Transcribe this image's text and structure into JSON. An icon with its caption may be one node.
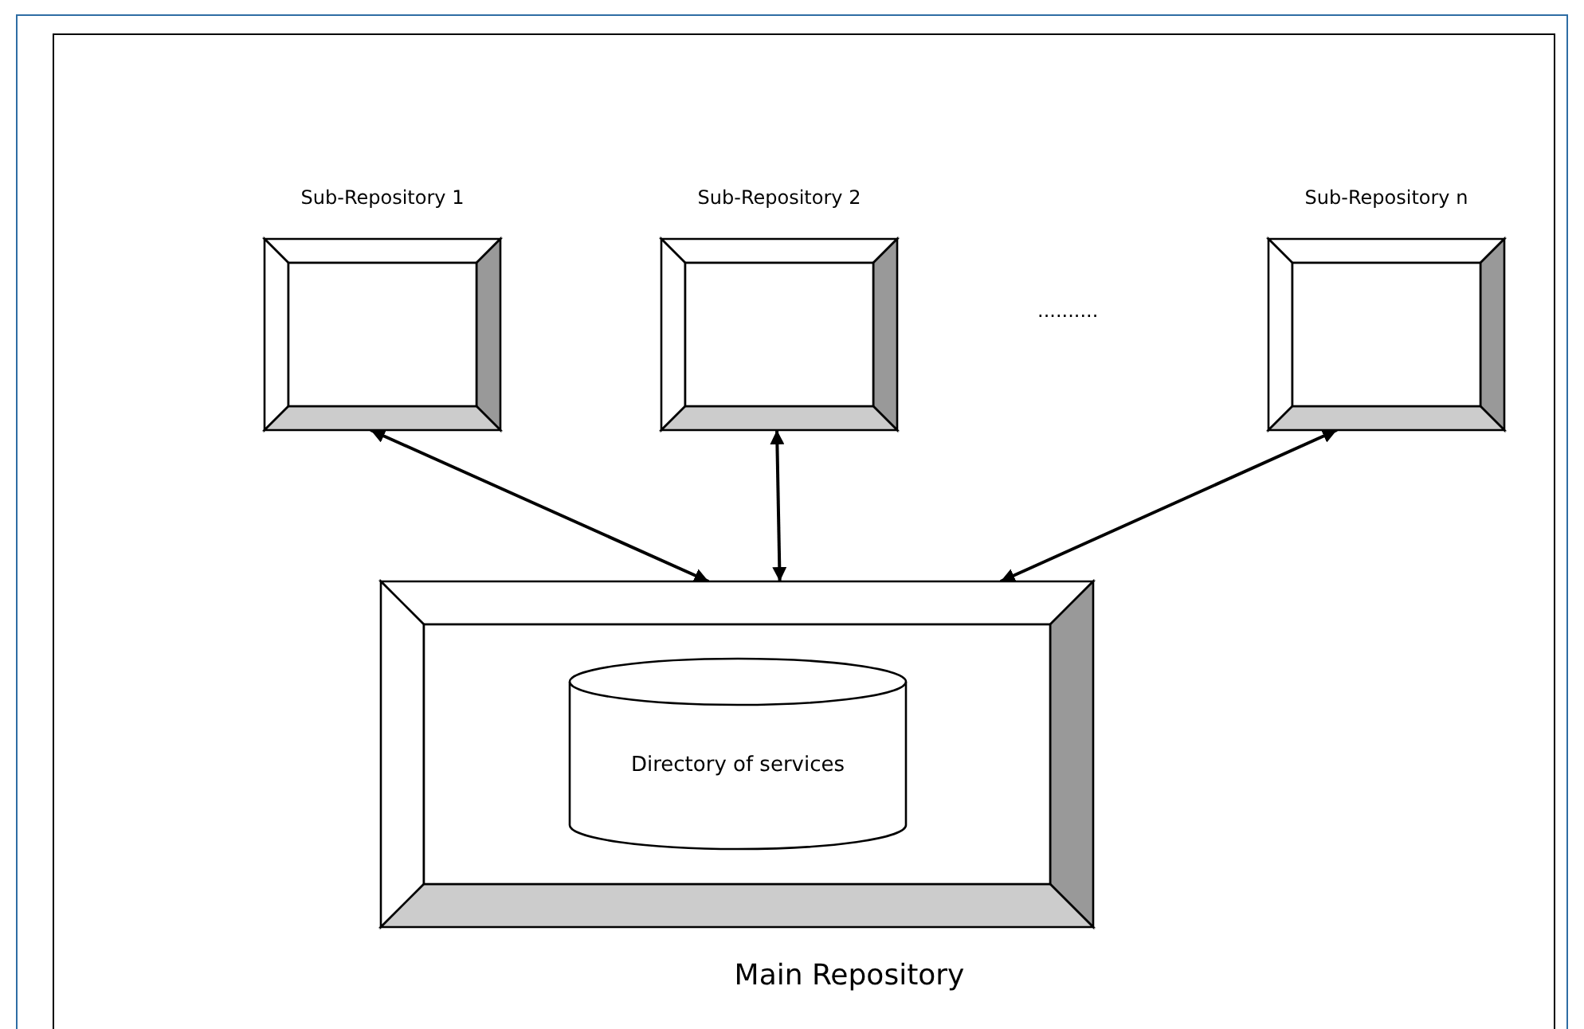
{
  "diagram": {
    "nodes": [
      {
        "text": [
          "Sub-Repository 1"
        ]
      },
      {
        "text": [
          "Sub-Repository 2"
        ]
      },
      {
        "text": [
          "Sub-Repository n"
        ]
      },
      {
        "text": [
          "Main Repository"
        ]
      },
      {
        "text": [
          "Directory of services"
        ],
        "in": 3
      }
    ],
    "edges": [
      {
        "from": 0,
        "to": 3,
        "arrow": "both"
      },
      {
        "from": 1,
        "to": 3,
        "arrow": "both"
      },
      {
        "from": 2,
        "to": 3,
        "arrow": "both"
      }
    ],
    "labels": [
      ".........."
    ]
  }
}
